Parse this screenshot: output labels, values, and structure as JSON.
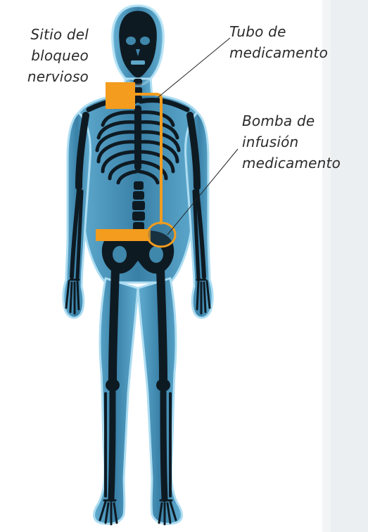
{
  "labels": {
    "nerve_block_site": [
      "Sitio del",
      "bloqueo",
      "nervioso"
    ],
    "medication_tube": [
      "Tubo de",
      "medicamento"
    ],
    "infusion_pump": [
      "Bomba de",
      "infusión",
      "medicamento"
    ]
  },
  "colors": {
    "accent": "#F39C1E",
    "skin_glow": "#7FC4E6",
    "skin_fill": "#3E8FB8",
    "bone": "#0E1A22",
    "text": "#2B2B2B",
    "right_panel": "#F2F4F5"
  },
  "icons": {
    "figure": "human-skeleton-xray-icon"
  }
}
